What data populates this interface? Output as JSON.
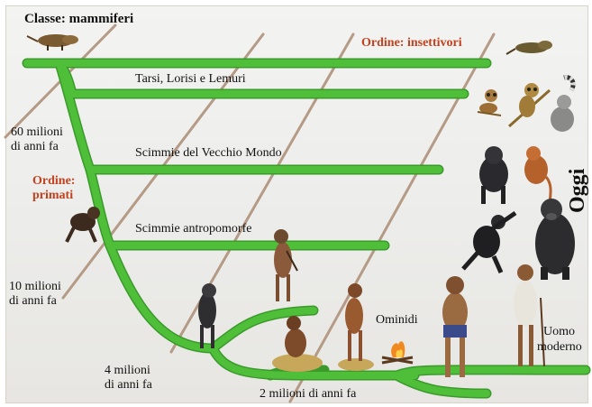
{
  "header": {
    "title": "Classe: mammiferi"
  },
  "orders": {
    "insectivores": "Ordine: insettivori",
    "primates_line1": "Ordine:",
    "primates_line2": "primati"
  },
  "lineages": {
    "tarsiers": "Tarsi, Lorisi e Lemuri",
    "old_world_monkeys": "Scimmie del Vecchio Mondo",
    "great_apes": "Scimmie antropomorfe",
    "hominids": "Ominidi",
    "modern_human_line1": "Uomo",
    "modern_human_line2": "moderno"
  },
  "time_labels": {
    "t60_line1": "60 milioni",
    "t60_line2": "di anni fa",
    "t10_line1": "10 milioni",
    "t10_line2": "di anni fa",
    "t4_line1": "4 milioni",
    "t4_line2": "di anni fa",
    "t2": "2 milioni di anni fa"
  },
  "today": "Oggi",
  "colors": {
    "branch": "#4fbf3a",
    "branch_edge": "#3a9a2a",
    "time_line": "#b59a86",
    "order_text": "#c2411f"
  },
  "animals": [
    "shrew-icon-left",
    "shrew-icon-right",
    "tarsier-icon",
    "loris-icon",
    "lemur-icon",
    "baboon-icon",
    "macaque-icon",
    "chimpanzee-icon",
    "gorilla-icon",
    "early-primate-icon",
    "australopithecus-icon",
    "homo-habilis-icon",
    "homo-erectus-icon",
    "neanderthal-icon",
    "modern-human-icon",
    "great-ape-walker-icon",
    "campfire-icon"
  ]
}
